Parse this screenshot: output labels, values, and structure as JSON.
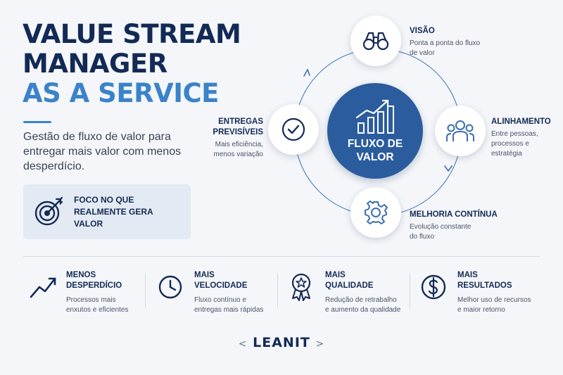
{
  "header": {
    "line1": "VALUE STREAM",
    "line2": "MANAGER",
    "line3": "AS A SERVICE",
    "subtitle": "Gestão de fluxo de valor para entregar mais valor com menos desperdício."
  },
  "focus": {
    "line1": "FOCO NO QUE",
    "line2": "REALMENTE GERA VALOR",
    "icon": "target-icon"
  },
  "center": {
    "line1": "FLUXO DE",
    "line2": "VALOR",
    "icon": "growth-chart-icon"
  },
  "nodes": {
    "visao": {
      "title": "VISÃO",
      "desc1": "Ponta a ponta do fluxo",
      "desc2": "de valor",
      "icon": "binoculars-icon"
    },
    "alinhamento": {
      "title": "ALINHAMENTO",
      "desc1": "Entre pessoas,",
      "desc2": "processos e",
      "desc3": "estratégia",
      "icon": "team-icon"
    },
    "melhoria": {
      "title": "MELHORIA CONTÍNUA",
      "desc1": "Evolução constante",
      "desc2": "do fluxo",
      "icon": "gear-icon"
    },
    "entregas": {
      "title1": "ENTREGAS",
      "title2": "PREVISÍVEIS",
      "desc1": "Mais eficiência,",
      "desc2": "menos variação",
      "icon": "check-circle-icon"
    }
  },
  "benefits": [
    {
      "title1": "MENOS",
      "title2": "DESPERDÍCIO",
      "desc1": "Processos mais",
      "desc2": "enxutos e eficientes",
      "icon": "trend-up-icon"
    },
    {
      "title1": "MAIS",
      "title2": "VELOCIDADE",
      "desc1": "Fluxo contínuo e",
      "desc2": "entregas mais rápidas",
      "icon": "clock-icon"
    },
    {
      "title1": "MAIS",
      "title2": "QUALIDADE",
      "desc1": "Redução de retrabalho",
      "desc2": "e aumento da qualidade",
      "icon": "award-icon"
    },
    {
      "title1": "MAIS",
      "title2": "RESULTADOS",
      "desc1": "Melhor uso de recursos",
      "desc2": "e maior retorno",
      "icon": "dollar-icon"
    }
  ],
  "logo": {
    "open": "<",
    "text": "LEANIT",
    "close": ">"
  },
  "colors": {
    "navy": "#132a56",
    "accent": "#3b83c8",
    "center": "#2b5c9e",
    "background": "#f4f6f9"
  }
}
